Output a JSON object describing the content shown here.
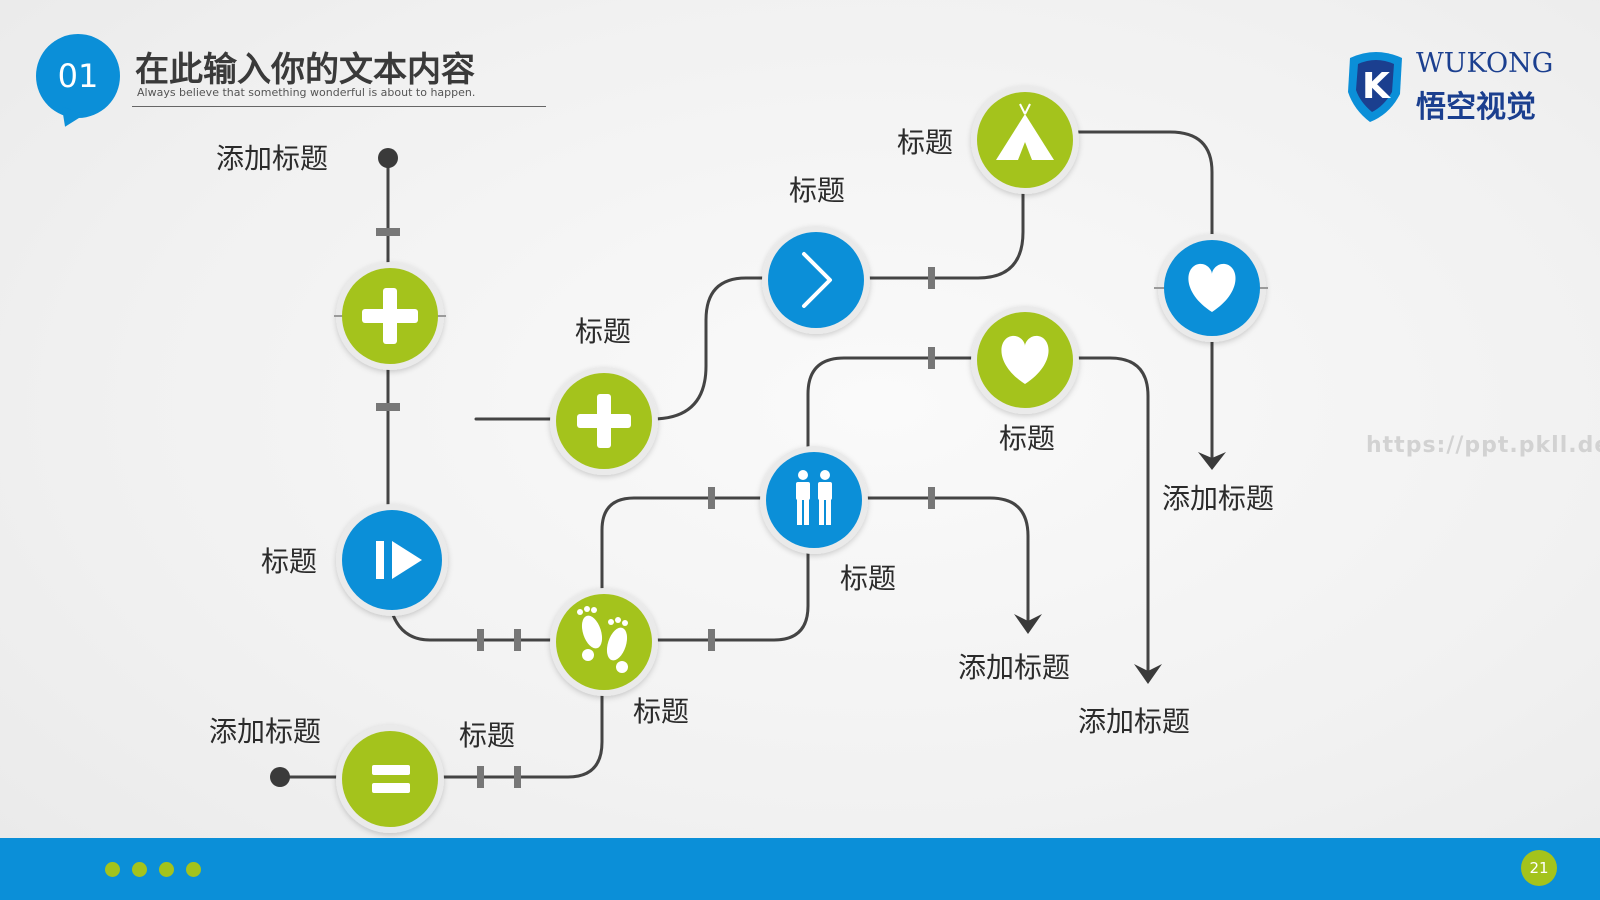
{
  "header": {
    "number": "01",
    "title": "在此输入你的文本内容",
    "subtitle": "Always believe that something wonderful is about to happen."
  },
  "logo": {
    "text_en": "WUKONG",
    "text_cn": "悟空视觉",
    "mark_letter": "K"
  },
  "watermark": "https://ppt.pkll.de",
  "labels": {
    "add_title_top": "添加标题",
    "add_title_bottom_left": "添加标题",
    "title_play": "标题",
    "title_plus_mid": "标题",
    "title_chevron": "标题",
    "title_tent": "标题",
    "title_heart_mid": "标题",
    "title_people": "标题",
    "title_feet": "标题",
    "title_equals": "标题",
    "add_title_arrow_right": "添加标题",
    "add_title_arrow_mid1": "添加标题",
    "add_title_arrow_mid2": "添加标题"
  },
  "nodes": [
    {
      "id": "plus-left",
      "color": "green",
      "icon": "plus-icon"
    },
    {
      "id": "play",
      "color": "blue",
      "icon": "play-icon"
    },
    {
      "id": "equals",
      "color": "green",
      "icon": "equals-icon"
    },
    {
      "id": "plus-mid",
      "color": "green",
      "icon": "plus-icon"
    },
    {
      "id": "feet",
      "color": "green",
      "icon": "footprints-icon"
    },
    {
      "id": "chevron",
      "color": "blue",
      "icon": "chevron-right-icon"
    },
    {
      "id": "people",
      "color": "blue",
      "icon": "people-icon"
    },
    {
      "id": "tent",
      "color": "green",
      "icon": "tent-icon"
    },
    {
      "id": "heart-mid",
      "color": "green",
      "icon": "heart-icon"
    },
    {
      "id": "heart-right",
      "color": "blue",
      "icon": "heart-icon"
    }
  ],
  "colors": {
    "blue": "#0b8fd8",
    "green": "#a4c31c",
    "line": "#444444"
  },
  "footer": {
    "page_number": "21",
    "dot_count": 4
  }
}
